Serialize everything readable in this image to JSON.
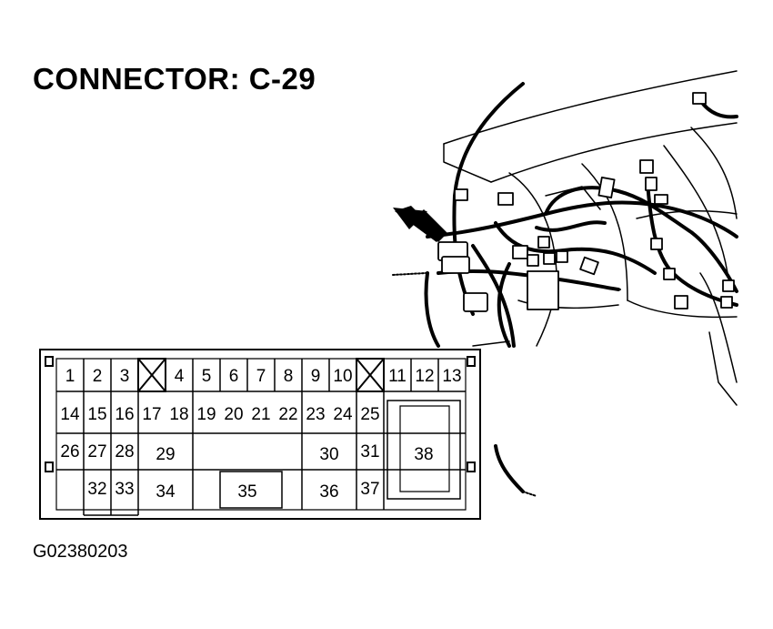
{
  "title": "CONNECTOR: C-29",
  "figure_id": "G02380203",
  "pins": {
    "p1": "1",
    "p2": "2",
    "p3": "3",
    "p4": "4",
    "p5": "5",
    "p6": "6",
    "p7": "7",
    "p8": "8",
    "p9": "9",
    "p10": "10",
    "p11": "11",
    "p12": "12",
    "p13": "13",
    "p14": "14",
    "p15": "15",
    "p16": "16",
    "p17": "17",
    "p18": "18",
    "p19": "19",
    "p20": "20",
    "p21": "21",
    "p22": "22",
    "p23": "23",
    "p24": "24",
    "p25": "25",
    "p26": "26",
    "p27": "27",
    "p28": "28",
    "p29": "29",
    "p30": "30",
    "p31": "31",
    "p32": "32",
    "p33": "33",
    "p34": "34",
    "p35": "35",
    "p36": "36",
    "p37": "37",
    "p38": "38"
  }
}
